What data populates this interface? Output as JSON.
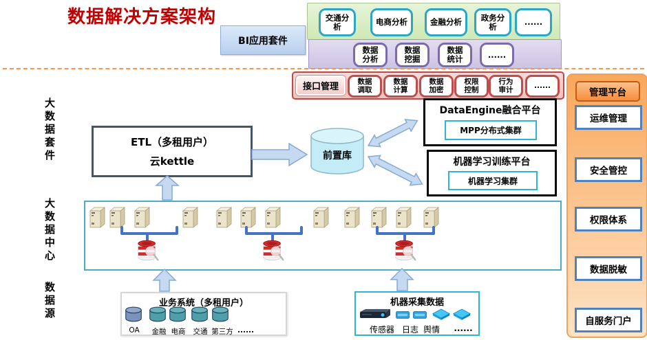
{
  "title": "数据解决方案架构",
  "bi_suite": {
    "label": "BI应用套件"
  },
  "bi_apps": {
    "items": [
      "交通分\n析",
      "电商分析",
      "金融分析",
      "政务分\n析",
      "......"
    ]
  },
  "bi_analysis": {
    "items": [
      "数据\n分析",
      "数据\n挖掘",
      "数据\n统计",
      "......"
    ]
  },
  "interface_layer": {
    "label": "接口管理",
    "items": [
      "数据\n调取",
      "数据\n计算",
      "数据\n加密",
      "权限\n控制",
      "行为\n审计",
      "......"
    ]
  },
  "management": {
    "title": "管理平台",
    "items": [
      "运维管理",
      "安全管控",
      "权限体系",
      "数据脱敏",
      "自服务门户"
    ]
  },
  "layers": {
    "suite": "大数据套件",
    "center": "大数据中心",
    "source": "数据源"
  },
  "etl": {
    "line1": "ETL（多租用户）",
    "line2": "云kettle"
  },
  "staging": {
    "label": "前置库"
  },
  "data_engine": {
    "title": "DataEngine融合平台",
    "cluster": "MPP分布式集群"
  },
  "ml_platform": {
    "title": "机器学习训练平台",
    "cluster": "机器学习集群"
  },
  "business_systems": {
    "title": "业务系统（多租用户）",
    "items": [
      "OA",
      "金融",
      "电商",
      "交通",
      "第三方"
    ],
    "more": "......"
  },
  "machine_data": {
    "title": "机器采集数据",
    "items": [
      "传感器",
      "日志",
      "舆情"
    ],
    "more": "......"
  },
  "icons": {
    "server": "server-tower",
    "cluster_database": "database-with-magnifier",
    "staging_database": "cylinder-database",
    "business_database": "cylinder-database",
    "sensor": "rack-appliance",
    "log": "log-module-box",
    "sentiment": "network-switch",
    "arrows": "block-arrow"
  },
  "colors": {
    "title_red": "#C00000",
    "dashed_line": "#F79646",
    "bi_box_fill": "#C9DCF3",
    "apps_panel": "#D9EFC7",
    "apps_chip_border": "#2BA6C6",
    "analysis_panel": "#DCD5EB",
    "analysis_chip_border": "#7C6BAB",
    "interface_panel": "#F2CAC8",
    "interface_chip_border": "#BF4D4B",
    "management_panel": "#F9A75C",
    "management_item_border": "#4F81BD",
    "etl_border": "#44546A",
    "platform_border": "#000000",
    "cluster_chip_border": "#2FB4D9",
    "center_border": "#4BACC6",
    "arrow_fill": "#C5D9F1",
    "arrow_stroke": "#85A9D6",
    "staging_fill": "#C3ECF7"
  }
}
